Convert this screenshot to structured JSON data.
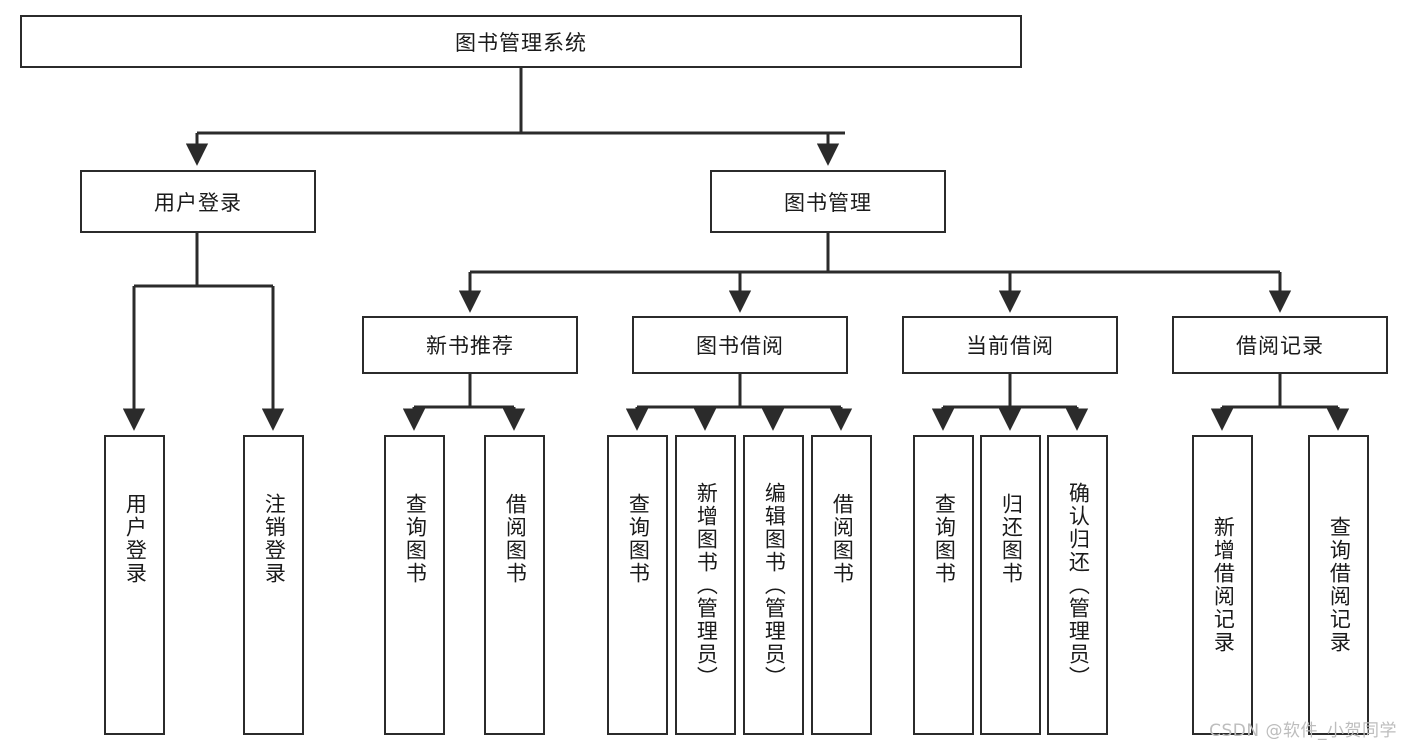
{
  "diagram": {
    "title": "图书管理系统",
    "type": "tree-hierarchy-diagram",
    "colors": {
      "stroke": "#2b2b2b",
      "fill": "#ffffff",
      "text": "#1a1a1a",
      "watermark": "#bdbdbd"
    },
    "root": {
      "label": "图书管理系统"
    },
    "level2": [
      {
        "label": "用户登录"
      },
      {
        "label": "图书管理"
      }
    ],
    "level3": [
      {
        "label": "新书推荐"
      },
      {
        "label": "图书借阅"
      },
      {
        "label": "当前借阅"
      },
      {
        "label": "借阅记录"
      }
    ],
    "leaves": {
      "user_login": [
        {
          "label": "用户登录"
        },
        {
          "label": "注销登录"
        }
      ],
      "new_book_recommend": [
        {
          "label": "查询图书"
        },
        {
          "label": "借阅图书"
        }
      ],
      "book_borrow": [
        {
          "label": "查询图书"
        },
        {
          "label": "新增图书（管理员）"
        },
        {
          "label": "编辑图书（管理员）"
        },
        {
          "label": "借阅图书"
        }
      ],
      "current_borrow": [
        {
          "label": "查询图书"
        },
        {
          "label": "归还图书"
        },
        {
          "label": "确认归还（管理员）"
        }
      ],
      "borrow_record": [
        {
          "label": "新增借阅记录"
        },
        {
          "label": "查询借阅记录"
        }
      ]
    }
  },
  "watermark": {
    "text": "CSDN @软件_小贺同学"
  }
}
